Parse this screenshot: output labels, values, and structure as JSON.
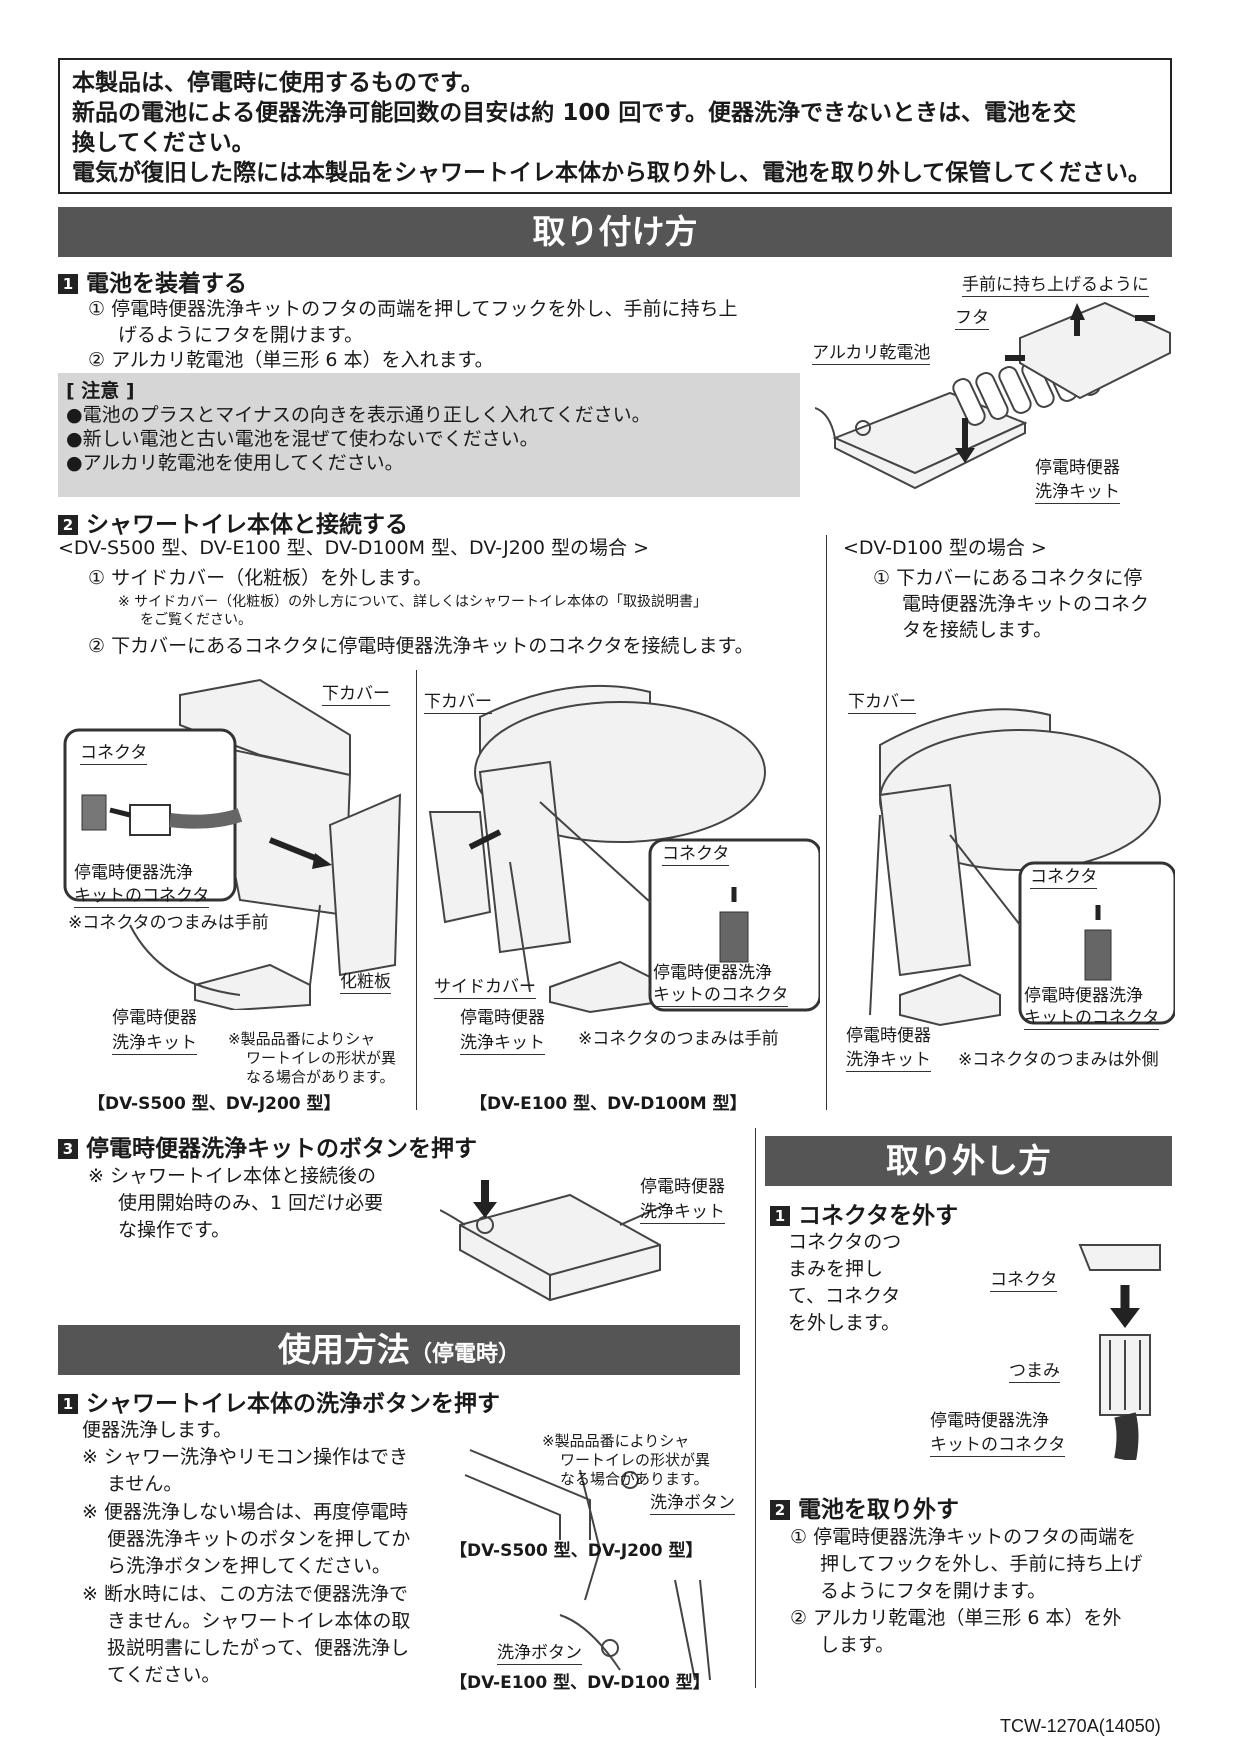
{
  "intro": {
    "line1": "本製品は、停電時に使用するものです。",
    "line2": "新品の電池による便器洗浄可能回数の目安は約 100 回です。便器洗浄できないときは、電池を交",
    "line3": "換してください。",
    "line4": "電気が復旧した際には本製品をシャワートイレ本体から取り外し、電池を取り外して保管してください。"
  },
  "install": {
    "title": "取り付け方",
    "step1": {
      "num": "1",
      "title": "電池を装着する",
      "item1a": "① 停電時便器洗浄キットのフタの両端を押してフックを外し、手前に持ち上",
      "item1b": "げるようにフタを開けます。",
      "item2": "② アルカリ乾電池（単三形 6 本）を入れます。",
      "caution_title": "[ 注意 ]",
      "caution1": "●電池のプラスとマイナスの向きを表示通り正しく入れてください。",
      "caution2": "●新しい電池と古い電池を混ぜて使わないでください。",
      "caution3": "●アルカリ乾電池を使用してください。",
      "fig_lift": "手前に持ち上げるように",
      "fig_lid": "フタ",
      "fig_battery": "アルカリ乾電池",
      "fig_kit1": "停電時便器",
      "fig_kit2": "洗浄キット"
    },
    "step2": {
      "num": "2",
      "title": "シャワートイレ本体と接続する",
      "left_head": "<DV-S500 型、DV-E100 型、DV-D100M 型、DV-J200 型の場合 >",
      "left_item1": "① サイドカバー（化粧板）を外します。",
      "left_sub1": "※ サイドカバー（化粧板）の外し方について、詳しくはシャワートイレ本体の「取扱説明書」",
      "left_sub2": "をご覧ください。",
      "left_item2": "② 下カバーにあるコネクタに停電時便器洗浄キットのコネクタを接続します。",
      "right_head": "<DV-D100 型の場合 >",
      "right_item1a": "① 下カバーにあるコネクタに停",
      "right_item1b": "電時便器洗浄キットのコネク",
      "right_item1c": "タを接続します。",
      "figA": {
        "lower_cover": "下カバー",
        "connector": "コネクタ",
        "kit_conn1": "停電時便器洗浄",
        "kit_conn2": "キットのコネクタ",
        "knob_note": "※コネクタのつまみは手前",
        "panel": "化粧板",
        "kit1": "停電時便器",
        "kit2": "洗浄キット",
        "shape_note1": "※製品品番によりシャ",
        "shape_note2": "ワートイレの形状が異",
        "shape_note3": "なる場合があります。",
        "caption": "【DV-S500 型、DV-J200 型】"
      },
      "figB": {
        "lower_cover": "下カバー",
        "connector": "コネクタ",
        "kit_conn1": "停電時便器洗浄",
        "kit_conn2": "キットのコネクタ",
        "side_cover": "サイドカバー",
        "kit1": "停電時便器",
        "kit2": "洗浄キット",
        "knob_note": "※コネクタのつまみは手前",
        "caption": "【DV-E100 型、DV-D100M 型】"
      },
      "figC": {
        "lower_cover": "下カバー",
        "connector": "コネクタ",
        "kit_conn1": "停電時便器洗浄",
        "kit_conn2": "キットのコネクタ",
        "kit1": "停電時便器",
        "kit2": "洗浄キット",
        "knob_note": "※コネクタのつまみは外側"
      }
    },
    "step3": {
      "num": "3",
      "title": "停電時便器洗浄キットのボタンを押す",
      "note1": "※ シャワートイレ本体と接続後の",
      "note2": "使用開始時のみ、1 回だけ必要",
      "note3": "な操作です。",
      "kit1": "停電時便器",
      "kit2": "洗浄キット"
    }
  },
  "usage": {
    "title": "使用方法",
    "title_sub": "（停電時）",
    "step1": {
      "num": "1",
      "title": "シャワートイレ本体の洗浄ボタンを押す",
      "l1": "便器洗浄します。",
      "l2": "※ シャワー洗浄やリモコン操作はでき",
      "l3": "ません。",
      "l4": "※ 便器洗浄しない場合は、再度停電時",
      "l5": "便器洗浄キットのボタンを押してか",
      "l6": "ら洗浄ボタンを押してください。",
      "l7": "※ 断水時には、この方法で便器洗浄で",
      "l8": "きません。シャワートイレ本体の取",
      "l9": "扱説明書にしたがって、便器洗浄し",
      "l10": "てください。",
      "shape_note1": "※製品品番によりシャ",
      "shape_note2": "ワートイレの形状が異",
      "shape_note3": "なる場合があります。",
      "flush_button": "洗浄ボタン",
      "caption1": "【DV-S500 型、DV-J200 型】",
      "caption2": "【DV-E100 型、DV-D100 型】"
    }
  },
  "remove": {
    "title": "取り外し方",
    "step1": {
      "num": "1",
      "title": "コネクタを外す",
      "l1": "コネクタのつ",
      "l2": "まみを押し",
      "l3": "て、コネクタ",
      "l4": "を外します。",
      "connector": "コネクタ",
      "knob": "つまみ",
      "kit_conn1": "停電時便器洗浄",
      "kit_conn2": "キットのコネクタ"
    },
    "step2": {
      "num": "2",
      "title": "電池を取り外す",
      "l1": "① 停電時便器洗浄キットのフタの両端を",
      "l2": "押してフックを外し、手前に持ち上げ",
      "l3": "るようにフタを開けます。",
      "l4": "② アルカリ乾電池（単三形 6 本）を外",
      "l5": "します。"
    }
  },
  "footer": {
    "code": "TCW-1270A(14050)"
  }
}
